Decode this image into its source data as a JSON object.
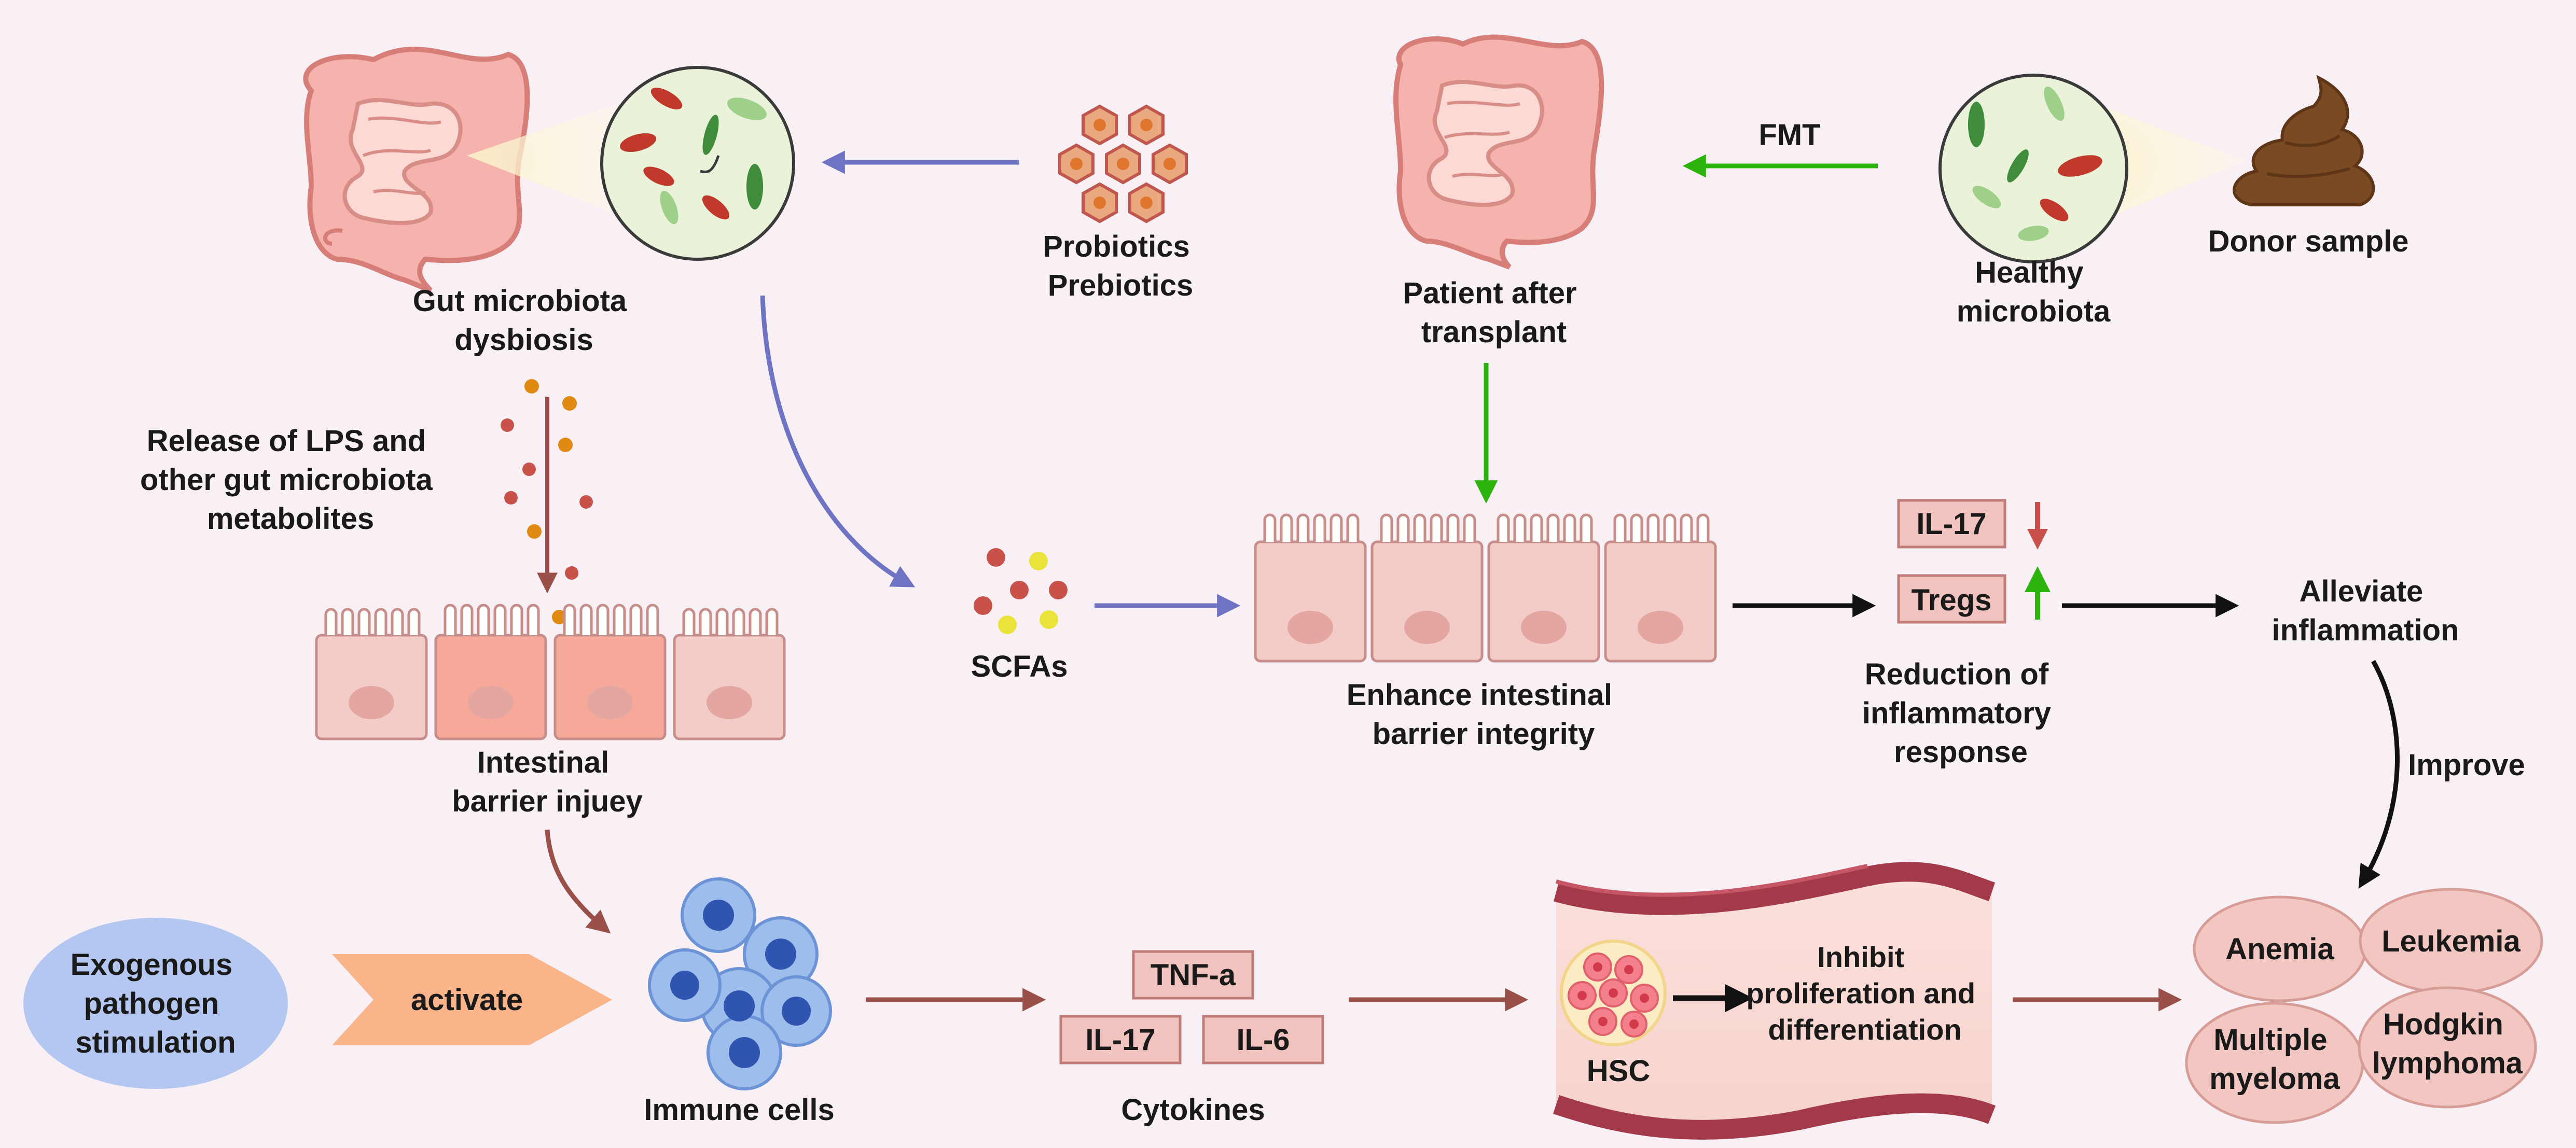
{
  "labels": {
    "dysbiosis": [
      "Gut microbiota",
      "dysbiosis"
    ],
    "probiotics": [
      "Probiotics",
      "Prebiotics"
    ],
    "patient": [
      "Patient after",
      "transplant"
    ],
    "fmt": "FMT",
    "healthy": [
      "Healthy",
      "microbiota"
    ],
    "donor": "Donor sample",
    "lps": [
      "Release of LPS and",
      "other gut microbiota",
      "metabolites"
    ],
    "scfas": "SCFAs",
    "enhance": [
      "Enhance intestinal",
      "barrier integrity"
    ],
    "il17_top": "IL-17",
    "tregs": "Tregs",
    "reduction": [
      "Reduction of",
      "inflammatory",
      "response"
    ],
    "alleviate": [
      "Alleviate",
      "inflammation"
    ],
    "improve": "Improve",
    "injury": [
      "Intestinal",
      "barrier injuey"
    ],
    "exogenous": [
      "Exogenous",
      "pathogen",
      "stimulation"
    ],
    "activate": "activate",
    "immune": "Immune cells",
    "tnf": "TNF-a",
    "il17_bottom": "IL-17",
    "il6": "IL-6",
    "cytokines": "Cytokines",
    "inhibit": [
      "Inhibit",
      "proliferation and",
      "differentiation"
    ],
    "hsc": "HSC",
    "anemia": "Anemia",
    "leukemia": "Leukemia",
    "myeloma": [
      "Multiple",
      "myeloma"
    ],
    "hodgkin": [
      "Hodgkin",
      "lymphoma"
    ]
  },
  "colors": {
    "background": "#f9f0f6",
    "blue_arrow": "#6f73c4",
    "green_arrow": "#2db30d",
    "brown_arrow": "#9a4f48",
    "black_arrow": "#111111",
    "cell_fill": "#f3ccc7",
    "injured_cell_fill": "#f6a899",
    "nucleus": "#e4a6a0",
    "box_fill": "#f1c3be",
    "disease_fill": "#f2c6c1",
    "exogenous_fill": "#b4c7f1",
    "activate_fill": "#f9b48a",
    "vessel": "#a33a4a",
    "immune_cell": "#7ba6e0"
  },
  "icons": [
    "intestine-icon",
    "microbiota-circle-icon",
    "probiotic-hexagons-icon",
    "stool-icon",
    "epithelial-cells-icon",
    "immune-cells-icon",
    "hsc-icon",
    "blood-vessel-icon"
  ]
}
